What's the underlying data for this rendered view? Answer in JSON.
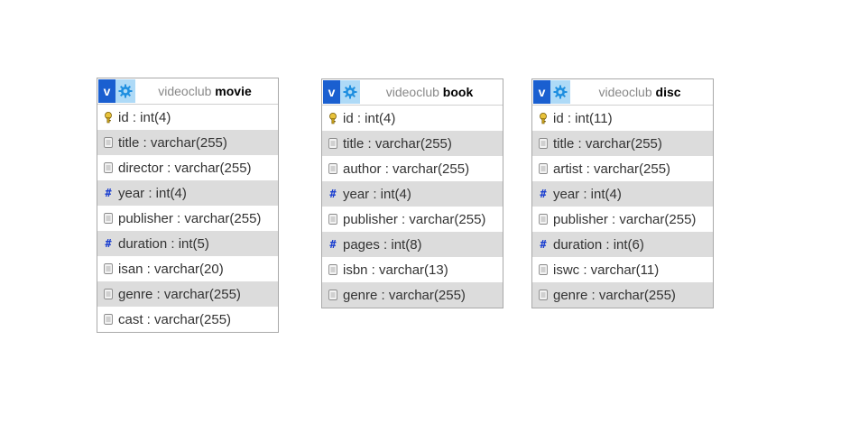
{
  "tables": {
    "movie": {
      "db": "videoclub",
      "name": "movie",
      "columns": [
        {
          "text": "id : int(4)",
          "icon": "key-icon"
        },
        {
          "text": "title : varchar(255)",
          "icon": "text-field-icon"
        },
        {
          "text": "director : varchar(255)",
          "icon": "text-field-icon"
        },
        {
          "text": "year : int(4)",
          "icon": "number-field-icon"
        },
        {
          "text": "publisher : varchar(255)",
          "icon": "text-field-icon"
        },
        {
          "text": "duration : int(5)",
          "icon": "number-field-icon"
        },
        {
          "text": "isan : varchar(20)",
          "icon": "text-field-icon"
        },
        {
          "text": "genre : varchar(255)",
          "icon": "text-field-icon"
        },
        {
          "text": "cast : varchar(255)",
          "icon": "text-field-icon"
        }
      ]
    },
    "book": {
      "db": "videoclub",
      "name": "book",
      "columns": [
        {
          "text": "id : int(4)",
          "icon": "key-icon"
        },
        {
          "text": "title : varchar(255)",
          "icon": "text-field-icon"
        },
        {
          "text": "author : varchar(255)",
          "icon": "text-field-icon"
        },
        {
          "text": "year : int(4)",
          "icon": "number-field-icon"
        },
        {
          "text": "publisher : varchar(255)",
          "icon": "text-field-icon"
        },
        {
          "text": "pages : int(8)",
          "icon": "number-field-icon"
        },
        {
          "text": "isbn : varchar(13)",
          "icon": "text-field-icon"
        },
        {
          "text": "genre : varchar(255)",
          "icon": "text-field-icon"
        }
      ]
    },
    "disc": {
      "db": "videoclub",
      "name": "disc",
      "columns": [
        {
          "text": "id : int(11)",
          "icon": "key-icon"
        },
        {
          "text": "title : varchar(255)",
          "icon": "text-field-icon"
        },
        {
          "text": "artist : varchar(255)",
          "icon": "text-field-icon"
        },
        {
          "text": "year : int(4)",
          "icon": "number-field-icon"
        },
        {
          "text": "publisher : varchar(255)",
          "icon": "text-field-icon"
        },
        {
          "text": "duration : int(6)",
          "icon": "number-field-icon"
        },
        {
          "text": "iswc : varchar(11)",
          "icon": "text-field-icon"
        },
        {
          "text": "genre : varchar(255)",
          "icon": "text-field-icon"
        }
      ]
    }
  },
  "header_button_label": "v",
  "colors": {
    "v_button": "#1a5fd0",
    "gear_button": "#aedaf7",
    "row_alt": "#dcdcdc",
    "number_icon": "#1b3fd0",
    "key_icon": "#c9a21d"
  }
}
